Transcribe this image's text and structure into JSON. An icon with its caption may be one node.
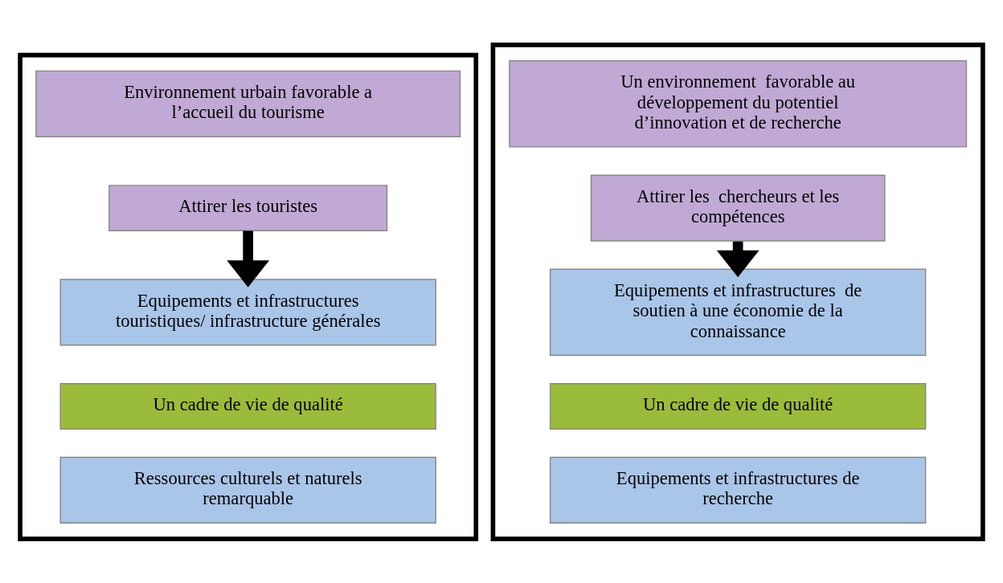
{
  "diagram": {
    "nodes": [
      {
        "text": [],
        "shape": "box"
      },
      {
        "text": [
          "Environnement urbain favorable a l’accueil du tourisme"
        ],
        "in": 0
      },
      {
        "text": [
          "Attirer les touristes"
        ],
        "in": 0
      },
      {
        "text": [
          "Equipements et infrastructures touristiques/ infrastructure générales"
        ],
        "in": 0
      },
      {
        "text": [
          "Un cadre de vie de qualité"
        ],
        "in": 0
      },
      {
        "text": [
          "Ressources culturels et naturels remarquable"
        ],
        "in": 0
      },
      {
        "text": [],
        "shape": "box"
      },
      {
        "text": [
          "Un environnement  favorable au développement du potentiel d’innovation et de recherche"
        ],
        "in": 6
      },
      {
        "text": [
          "Attirer les  chercheurs et les compétences"
        ],
        "in": 6
      },
      {
        "text": [
          "Equipements et infrastructures  de soutien à une économie de la connaissance"
        ],
        "in": 6
      },
      {
        "text": [
          "Un cadre de vie de qualité"
        ],
        "in": 6
      },
      {
        "text": [
          "Equipements et infrastructures de recherche"
        ],
        "in": 6
      }
    ],
    "edges": [
      {
        "from": 2,
        "to": 3,
        "arrow": "to"
      },
      {
        "from": 8,
        "to": 9,
        "arrow": "to"
      }
    ]
  }
}
